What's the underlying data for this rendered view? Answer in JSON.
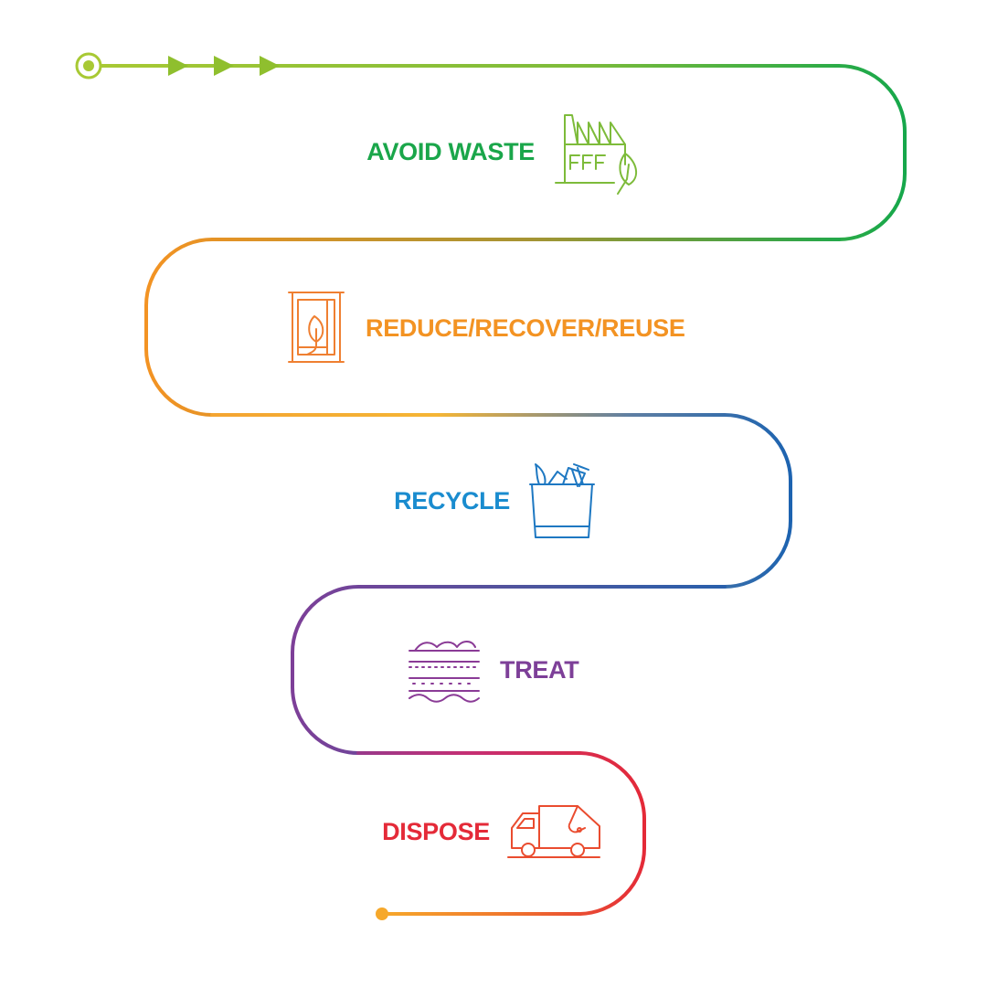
{
  "steps": [
    {
      "label": "AVOID WASTE",
      "color": "#1aa64a",
      "icon": "factory-leaf-icon"
    },
    {
      "label": "REDUCE/RECOVER/REUSE",
      "color": "#f39323",
      "icon": "jar-leaf-icon"
    },
    {
      "label": "RECYCLE",
      "color": "#1a8ccf",
      "icon": "recycling-bin-icon"
    },
    {
      "label": "TREAT",
      "color": "#7d3f98",
      "icon": "soil-layers-icon"
    },
    {
      "label": "DISPOSE",
      "color": "#e42a38",
      "icon": "garbage-truck-icon"
    }
  ],
  "path": {
    "start_color": "#a8c934",
    "end_color": "#f6a82b"
  }
}
